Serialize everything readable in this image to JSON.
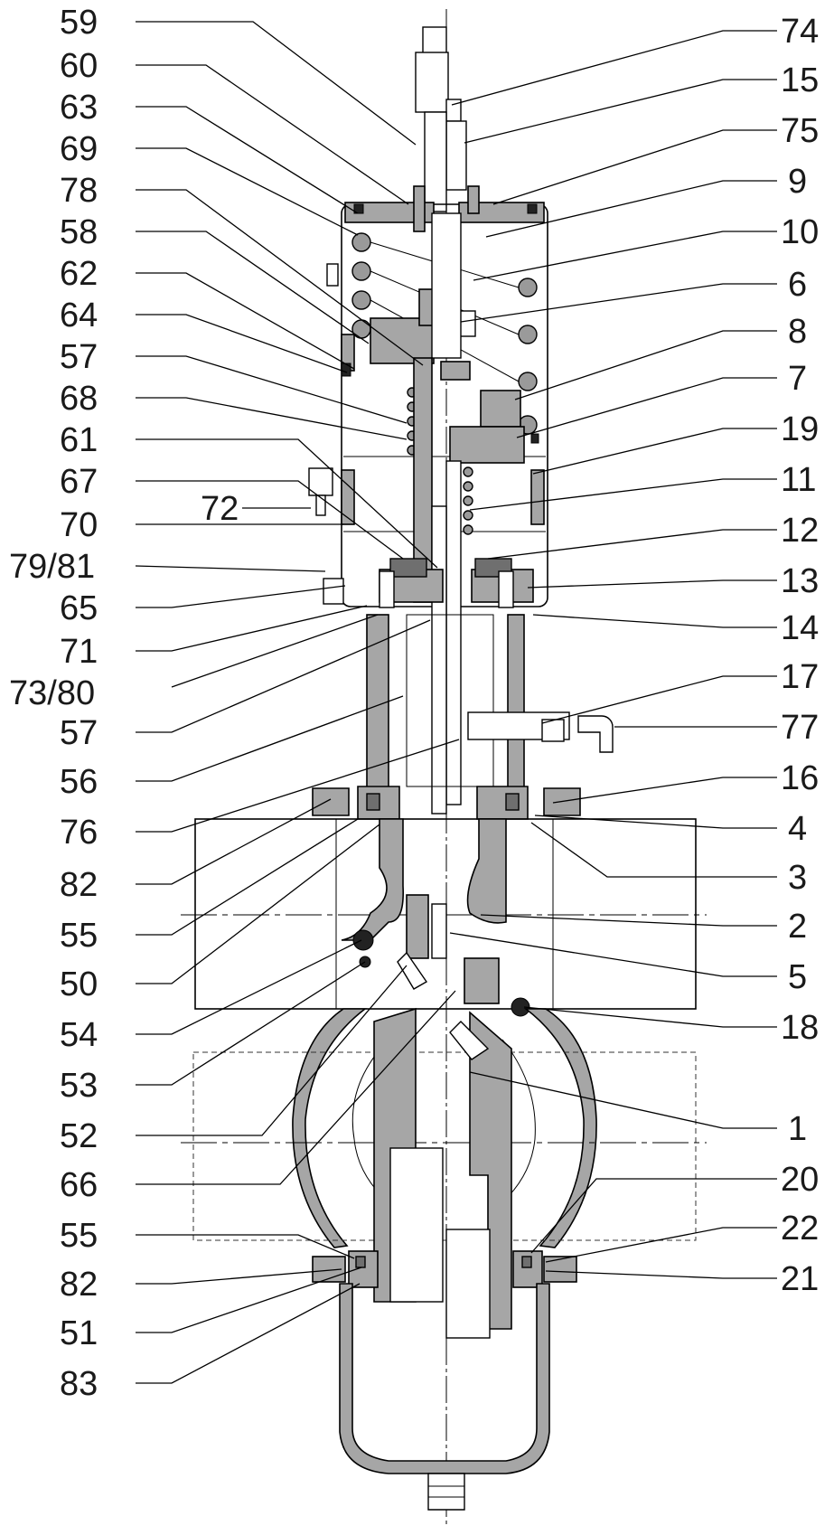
{
  "labels_left": [
    "59",
    "60",
    "63",
    "69",
    "78",
    "58",
    "62",
    "64",
    "57",
    "68",
    "61",
    "67",
    "72",
    "70",
    "79/81",
    "65",
    "71",
    "73/80",
    "57",
    "56",
    "76",
    "82",
    "55",
    "50",
    "54",
    "53",
    "52",
    "66",
    "55",
    "82",
    "51",
    "83"
  ],
  "labels_right": [
    "74",
    "15",
    "75",
    "9",
    "10",
    "6",
    "8",
    "7",
    "19",
    "11",
    "12",
    "13",
    "14",
    "17",
    "77",
    "16",
    "4",
    "3",
    "2",
    "5",
    "18",
    "1",
    "20",
    "22",
    "21"
  ]
}
